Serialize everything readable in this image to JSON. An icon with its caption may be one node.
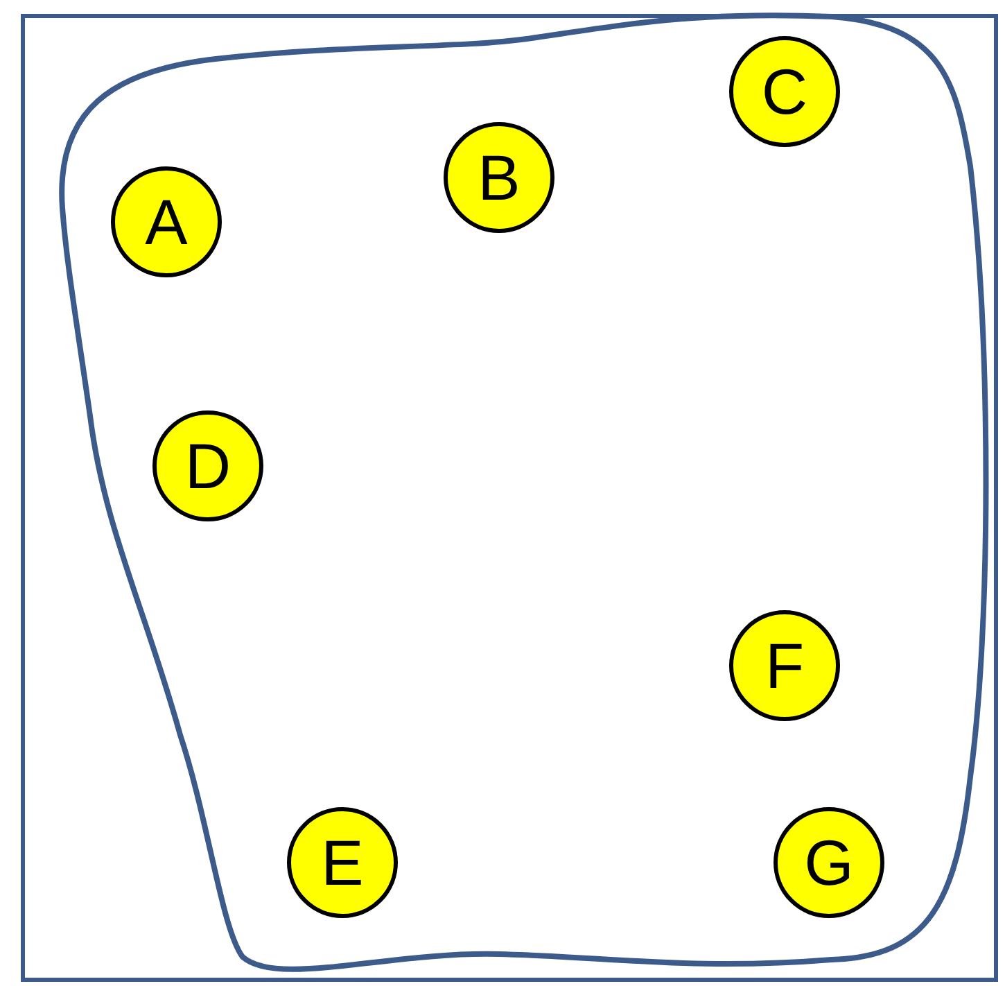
{
  "diagram": {
    "nodes": [
      {
        "text": [],
        "shape": "box"
      },
      {
        "text": [],
        "shape": "blob",
        "in": 0
      },
      {
        "text": [
          "A"
        ],
        "in": 1
      },
      {
        "text": [
          "B"
        ],
        "in": 1
      },
      {
        "text": [
          "C"
        ],
        "in": 1
      },
      {
        "text": [
          "D"
        ],
        "in": 1
      },
      {
        "text": [
          "E"
        ],
        "in": 1
      },
      {
        "text": [
          "F"
        ],
        "in": 1
      },
      {
        "text": [
          "G"
        ],
        "in": 1
      }
    ]
  }
}
